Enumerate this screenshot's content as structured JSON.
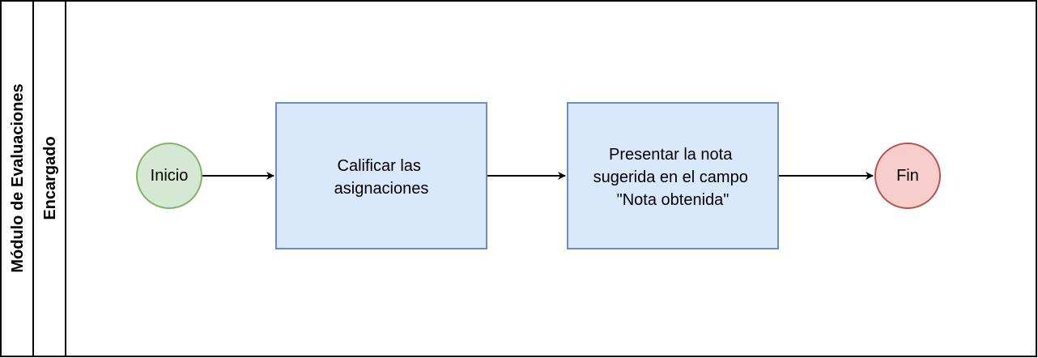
{
  "pool": {
    "title": "Módulo de Evaluaciones",
    "lane": {
      "title": "Encargado"
    }
  },
  "nodes": {
    "start": {
      "label": "Inicio",
      "fill": "#d5e8d4",
      "stroke": "#82b366"
    },
    "task1": {
      "lines": [
        "Calificar las",
        "asignaciones"
      ],
      "fill": "#dae8fc",
      "stroke": "#6c8ebf"
    },
    "task2": {
      "lines": [
        "Presentar la nota",
        "sugerida en el campo",
        "\"Nota obtenida\""
      ],
      "fill": "#dae8fc",
      "stroke": "#6c8ebf"
    },
    "end": {
      "label": "Fin",
      "fill": "#f8cecc",
      "stroke": "#b85450"
    }
  },
  "edges": [
    {
      "from": "start",
      "to": "task1"
    },
    {
      "from": "task1",
      "to": "task2"
    },
    {
      "from": "task2",
      "to": "end"
    }
  ]
}
